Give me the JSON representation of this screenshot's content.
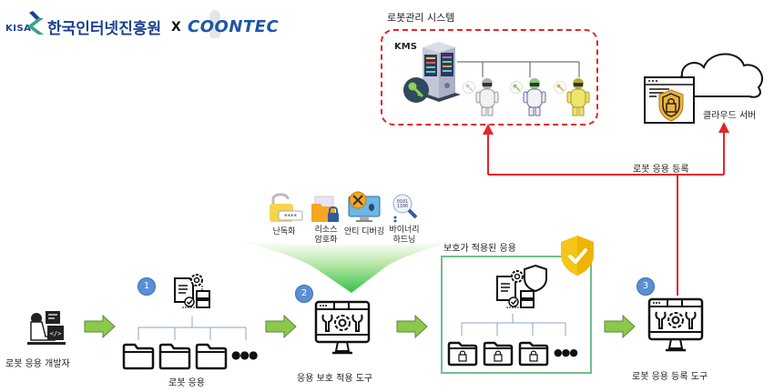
{
  "header": {
    "kisa_abbr": "KISA",
    "kisa_name": "한국인터넷진흥원",
    "separator": "X",
    "partner": "COONTEC"
  },
  "robot_system": {
    "title": "로봇관리 시스템",
    "kms_label": "KMS",
    "robots": [
      {
        "name": "robot-white",
        "key_color": "#c8c8c8",
        "body_color": "#f2f2f2"
      },
      {
        "name": "robot-green-head",
        "key_color": "#7fcf5a",
        "body_color": "#f2f2f2"
      },
      {
        "name": "robot-yellow",
        "key_color": "#c9b24a",
        "body_color": "#e8e070"
      }
    ]
  },
  "cloud": {
    "label": "클라우드 서버"
  },
  "registration_flow_label": "로봇 응용 등록",
  "protections": [
    {
      "label": "난독화"
    },
    {
      "label": "리소스\n암호화"
    },
    {
      "label": "안티 디버깅"
    },
    {
      "label": "바이너리\n하드닝"
    }
  ],
  "steps": {
    "developer": {
      "label": "로봇 응용 개발자"
    },
    "step1": {
      "badge": "1",
      "label": "로봇 응용"
    },
    "step2": {
      "badge": "2",
      "label": "응용 보호 적용 도구"
    },
    "protected": {
      "label": "보호가 적용된 응용"
    },
    "step3": {
      "badge": "3",
      "label": "로봇 응용 등록 도구"
    }
  },
  "ellipsis": "●●●",
  "colors": {
    "red_line": "#e3262b",
    "green_arrow": "#8cc84b",
    "green_box": "#6fbf8a",
    "badge_blue": "#5b8fd4",
    "kisa_blue": "#1b3f8f",
    "coontec_blue": "#1f55a5",
    "shield_gold": "#f5c518"
  }
}
